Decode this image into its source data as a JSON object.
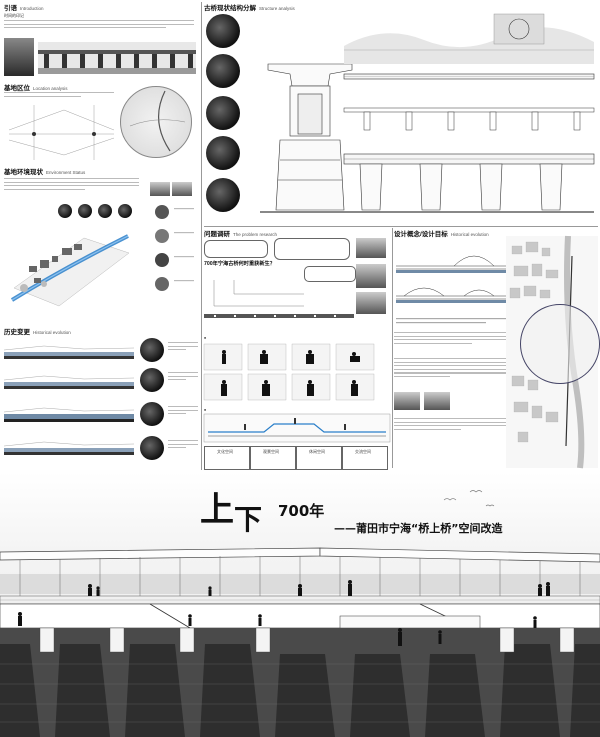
{
  "sections": {
    "intro": {
      "cn": "引语",
      "en": "Introduction",
      "sub": "时间的印记"
    },
    "location": {
      "cn": "基地区位",
      "en": "Location analysis"
    },
    "environment": {
      "cn": "基地环境现状",
      "en": "Environment Status"
    },
    "history": {
      "cn": "历史变更",
      "en": "Historical evolution"
    },
    "structure": {
      "cn": "古桥现状结构分解",
      "en": "Structure analysis"
    },
    "problem": {
      "cn": "问题调研",
      "en": "The problem research"
    },
    "design": {
      "cn": "设计概念/设计目标",
      "en": "Historical evolution"
    }
  },
  "callouts": {
    "question": "700年宁海古桥何时重获新生？"
  },
  "function_labels": [
    "文化空间",
    "观景空间",
    "休闲空间",
    "交流空间"
  ],
  "banner": {
    "title_char_1": "上",
    "title_char_2": "下",
    "years": "700年",
    "subtitle": "——莆田市宁海“桥上桥”空间改造"
  },
  "colors": {
    "accent_blue": "#2a7fc9",
    "dark": "#111111",
    "title_red": "#b33a2a"
  }
}
